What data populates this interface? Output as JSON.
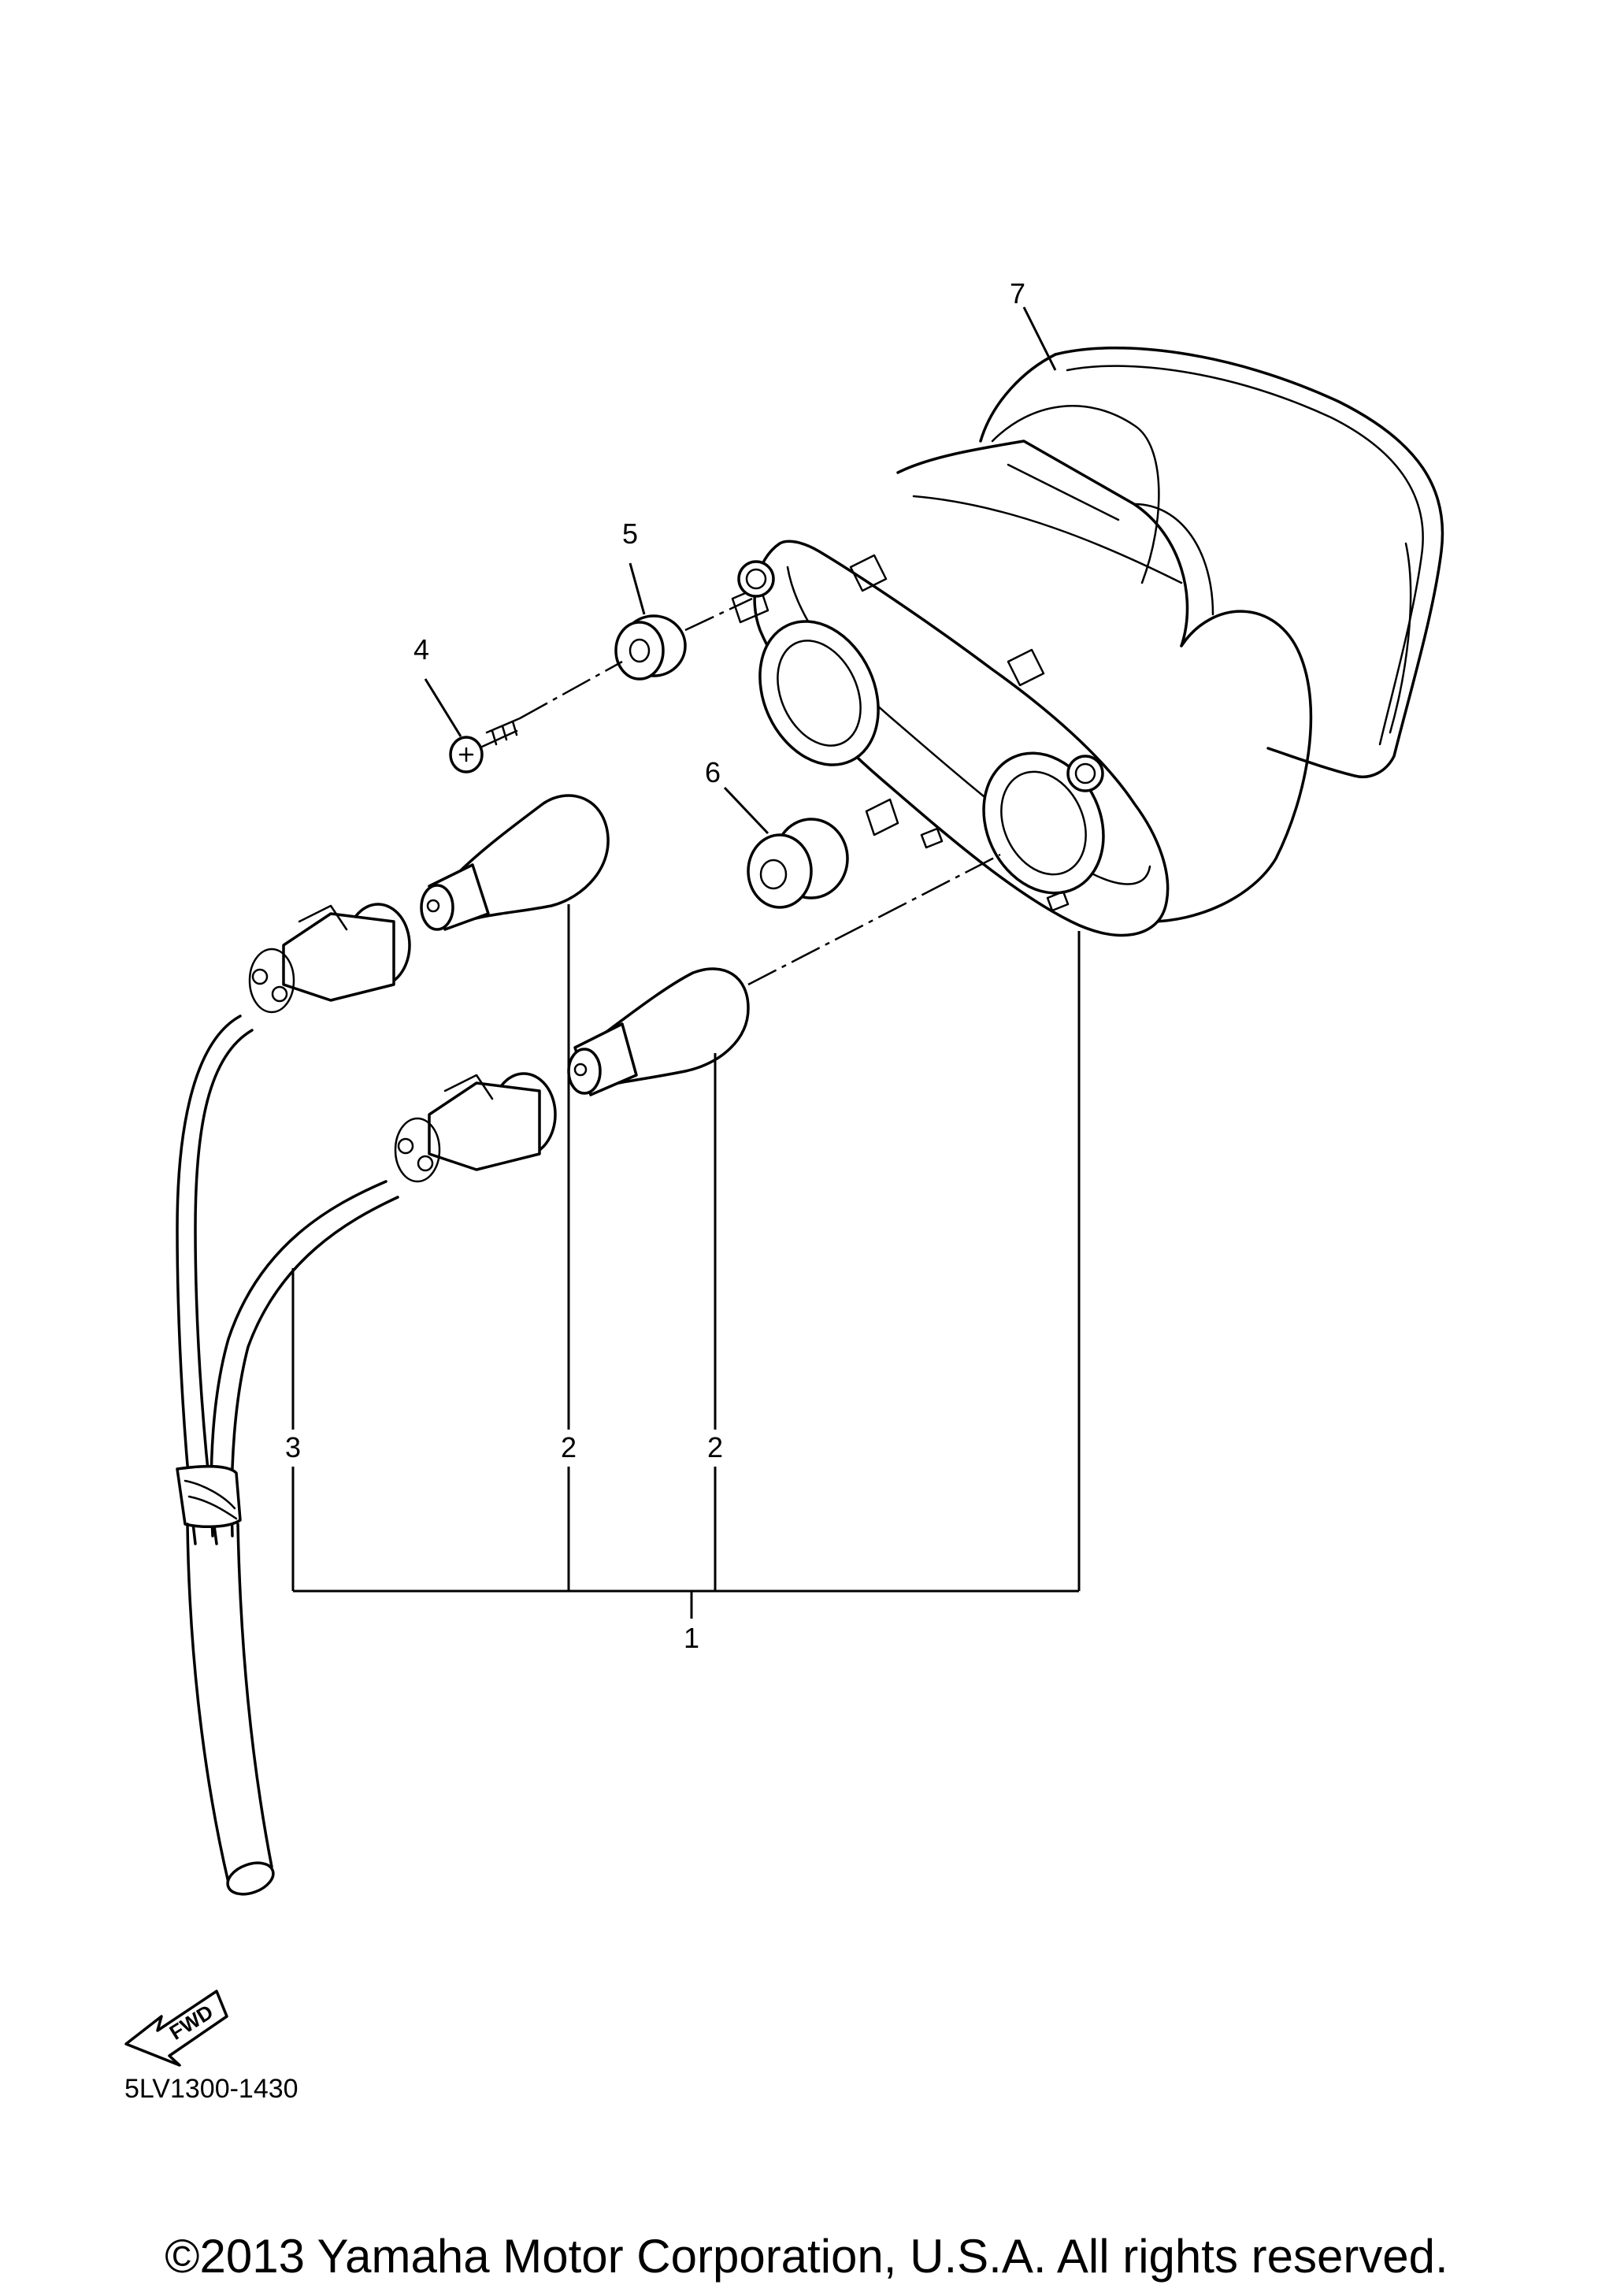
{
  "callouts": {
    "c1": "1",
    "c2a": "2",
    "c2b": "2",
    "c3": "3",
    "c4": "4",
    "c5": "5",
    "c6": "6",
    "c7": "7"
  },
  "direction_indicator": "FWD",
  "diagram_code": "5LV1300-1430",
  "copyright": "©2013 Yamaha Motor Corporation, U.S.A. All rights reserved."
}
